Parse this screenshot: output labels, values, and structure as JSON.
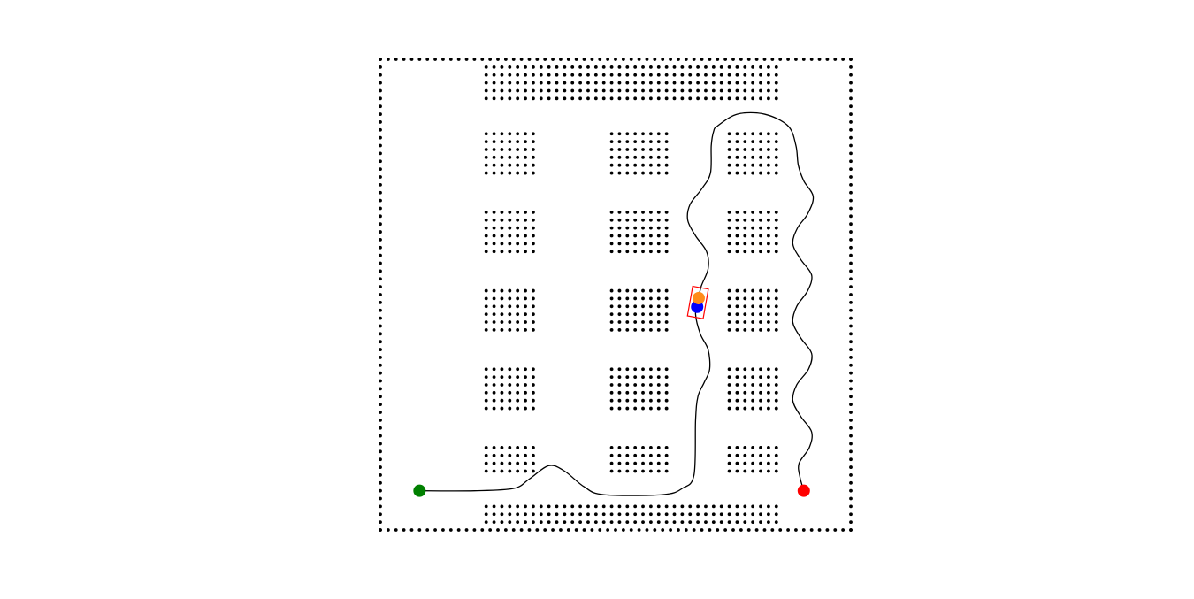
{
  "colors": {
    "background": "#ffffff",
    "obstacle": "#000000",
    "path": "#000000",
    "start": "#008000",
    "goal": "#ff0000",
    "robot": "#0000ff",
    "robot_heading": "#ff8c1a",
    "robot_outline": "#ff0000"
  },
  "chart_data": {
    "type": "scatter",
    "xlim": [
      0,
      60
    ],
    "ylim": [
      0,
      60
    ],
    "grid": false,
    "obstacle_groups": [
      {
        "name": "boundary-bottom",
        "x_from": 0,
        "x_to": 60,
        "y_from": 0,
        "y_to": 0,
        "step": 1
      },
      {
        "name": "boundary-top",
        "x_from": 0,
        "x_to": 60,
        "y_from": 60,
        "y_to": 60,
        "step": 1
      },
      {
        "name": "boundary-left",
        "x_from": 0,
        "x_to": 0,
        "y_from": 0,
        "y_to": 60,
        "step": 1
      },
      {
        "name": "boundary-right",
        "x_from": 60,
        "x_to": 60,
        "y_from": 0,
        "y_to": 60,
        "step": 1
      },
      {
        "name": "top-shelf",
        "x_from": 13.5,
        "x_to": 50.5,
        "y_from": 55,
        "y_to": 59,
        "step": 1
      },
      {
        "name": "bottom-shelf",
        "x_from": 13.5,
        "x_to": 50.5,
        "y_from": 1,
        "y_to": 3,
        "step": 1
      },
      {
        "name": "rack-1-1",
        "x_from": 13.5,
        "x_to": 19.5,
        "y_from": 45.5,
        "y_to": 50.5,
        "step": 1
      },
      {
        "name": "rack-1-2",
        "x_from": 29.5,
        "x_to": 36.5,
        "y_from": 45.5,
        "y_to": 50.5,
        "step": 1
      },
      {
        "name": "rack-1-3",
        "x_from": 44.5,
        "x_to": 50.5,
        "y_from": 45.5,
        "y_to": 50.5,
        "step": 1
      },
      {
        "name": "rack-2-1",
        "x_from": 13.5,
        "x_to": 19.5,
        "y_from": 35.5,
        "y_to": 40.5,
        "step": 1
      },
      {
        "name": "rack-2-2",
        "x_from": 29.5,
        "x_to": 36.5,
        "y_from": 35.5,
        "y_to": 40.5,
        "step": 1
      },
      {
        "name": "rack-2-3",
        "x_from": 44.5,
        "x_to": 50.5,
        "y_from": 35.5,
        "y_to": 40.5,
        "step": 1
      },
      {
        "name": "rack-3-1",
        "x_from": 13.5,
        "x_to": 19.5,
        "y_from": 25.5,
        "y_to": 30.5,
        "step": 1
      },
      {
        "name": "rack-3-2",
        "x_from": 29.5,
        "x_to": 36.5,
        "y_from": 25.5,
        "y_to": 30.5,
        "step": 1
      },
      {
        "name": "rack-3-3",
        "x_from": 44.5,
        "x_to": 50.5,
        "y_from": 25.5,
        "y_to": 30.5,
        "step": 1
      },
      {
        "name": "rack-4-1",
        "x_from": 13.5,
        "x_to": 19.5,
        "y_from": 15.5,
        "y_to": 20.5,
        "step": 1
      },
      {
        "name": "rack-4-2",
        "x_from": 29.5,
        "x_to": 36.5,
        "y_from": 15.5,
        "y_to": 20.5,
        "step": 1
      },
      {
        "name": "rack-4-3",
        "x_from": 44.5,
        "x_to": 50.5,
        "y_from": 15.5,
        "y_to": 20.5,
        "step": 1
      },
      {
        "name": "rack-5-1",
        "x_from": 13.5,
        "x_to": 19.5,
        "y_from": 7.5,
        "y_to": 10.5,
        "step": 1
      },
      {
        "name": "rack-5-2",
        "x_from": 29.5,
        "x_to": 36.5,
        "y_from": 7.5,
        "y_to": 10.5,
        "step": 1
      },
      {
        "name": "rack-5-3",
        "x_from": 44.5,
        "x_to": 50.5,
        "y_from": 7.5,
        "y_to": 10.5,
        "step": 1
      }
    ],
    "start": {
      "x": 5,
      "y": 5
    },
    "goal": {
      "x": 54,
      "y": 5
    },
    "robot": {
      "x": 40.5,
      "y": 29,
      "heading_deg": 80
    },
    "path": [
      [
        5,
        5
      ],
      [
        12,
        5
      ],
      [
        17,
        5.3
      ],
      [
        19,
        6.5
      ],
      [
        21.5,
        8.2
      ],
      [
        23.5,
        7.5
      ],
      [
        26,
        5.5
      ],
      [
        28.5,
        4.5
      ],
      [
        36,
        4.5
      ],
      [
        38.5,
        5.3
      ],
      [
        40,
        7
      ],
      [
        40.2,
        14
      ],
      [
        40.5,
        17
      ],
      [
        41.3,
        18.8
      ],
      [
        42,
        20.5
      ],
      [
        41.8,
        23
      ],
      [
        40.8,
        25
      ],
      [
        40.2,
        27.5
      ],
      [
        40.5,
        29
      ],
      [
        40.9,
        31
      ],
      [
        41.8,
        33.3
      ],
      [
        41.6,
        35.5
      ],
      [
        40.2,
        37.5
      ],
      [
        39.2,
        39.5
      ],
      [
        39.5,
        41.5
      ],
      [
        41,
        43.5
      ],
      [
        42.1,
        45.5
      ],
      [
        42.2,
        49
      ],
      [
        42.5,
        50.8
      ],
      [
        43,
        51.5
      ],
      [
        45.5,
        53
      ],
      [
        49,
        53
      ],
      [
        52,
        51.5
      ],
      [
        53,
        49
      ],
      [
        53.3,
        46.5
      ],
      [
        54,
        44.5
      ],
      [
        55.2,
        42.5
      ],
      [
        54.5,
        40.3
      ],
      [
        53.2,
        38.5
      ],
      [
        52.6,
        36.5
      ],
      [
        53.6,
        34.5
      ],
      [
        55,
        32.5
      ],
      [
        54.5,
        30.5
      ],
      [
        53.1,
        28.5
      ],
      [
        52.6,
        26.5
      ],
      [
        53.6,
        24.5
      ],
      [
        55,
        22.5
      ],
      [
        54.6,
        20.5
      ],
      [
        53.1,
        18.5
      ],
      [
        52.6,
        16.5
      ],
      [
        53.6,
        14.5
      ],
      [
        55,
        12.5
      ],
      [
        54.7,
        10.5
      ],
      [
        53.4,
        8.5
      ],
      [
        53.5,
        6.8
      ],
      [
        54,
        5
      ]
    ]
  }
}
